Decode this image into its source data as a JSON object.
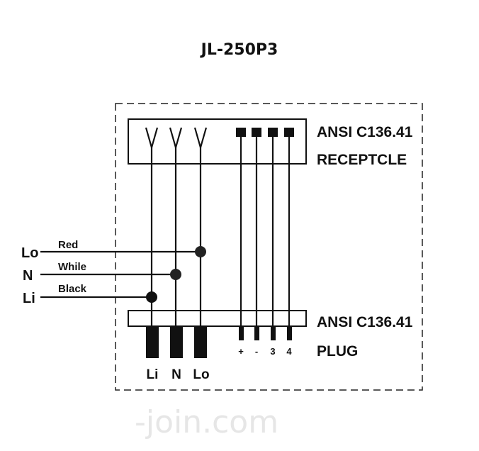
{
  "title": "JL-250P3",
  "receptacle": {
    "line1": "ANSI C136.41",
    "line2": "RECEPTCLE"
  },
  "plug": {
    "line1": "ANSI C136.41",
    "line2": "PLUG"
  },
  "plug_pins": [
    "+",
    "-",
    "3",
    "4"
  ],
  "plug_blades": [
    "Li",
    "N",
    "Lo"
  ],
  "wires": [
    {
      "terminal": "Lo",
      "color_label": "Red"
    },
    {
      "terminal": "N",
      "color_label": "While"
    },
    {
      "terminal": "Li",
      "color_label": "Black"
    }
  ],
  "watermark": "-join.com"
}
